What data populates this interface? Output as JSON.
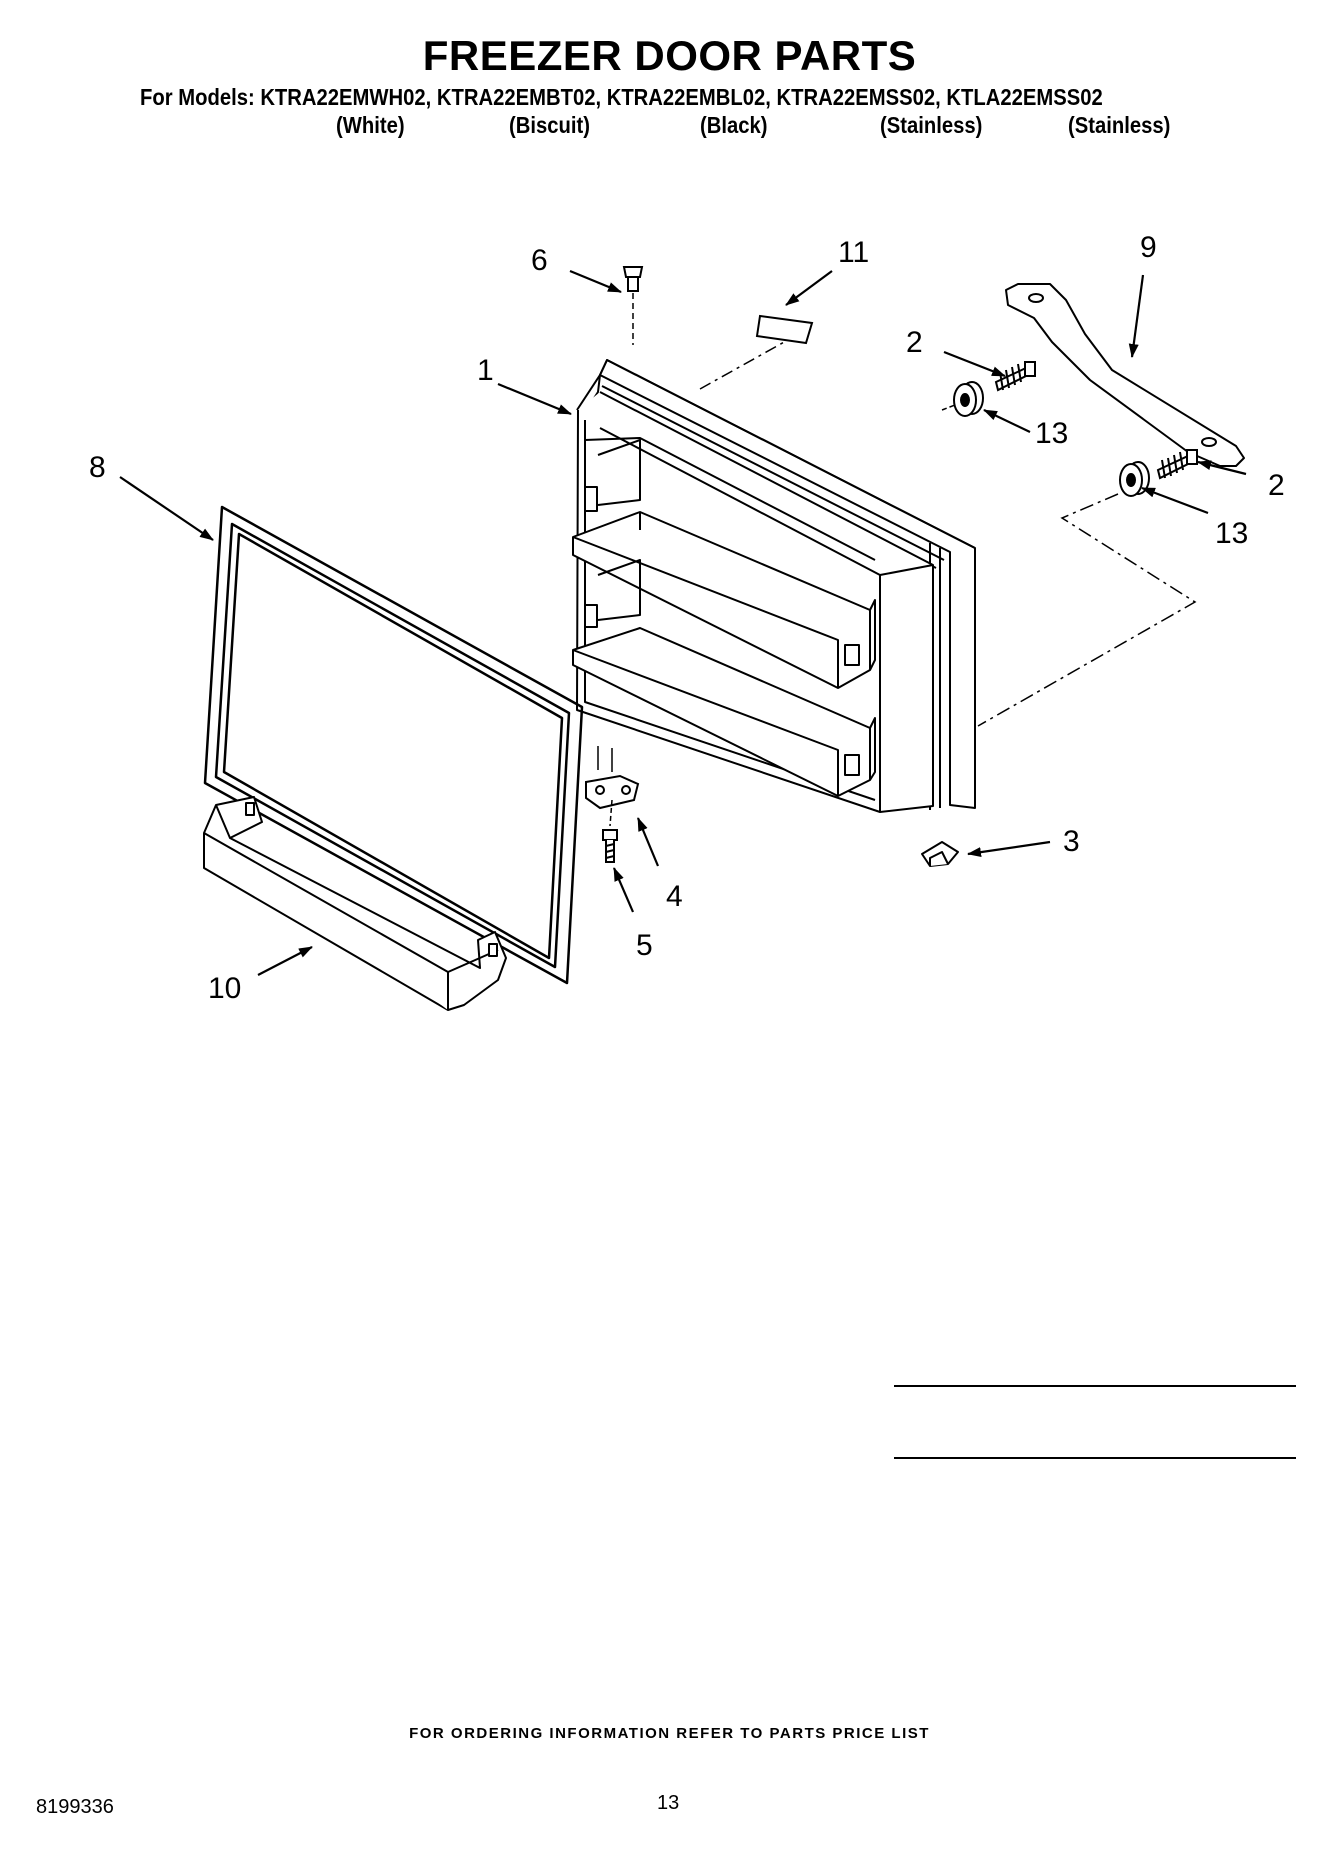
{
  "header": {
    "title": "FREEZER DOOR PARTS",
    "models_line": "For Models: KTRA22EMWH02, KTRA22EMBT02, KTRA22EMBL02, KTRA22EMSS02, KTLA22EMSS02",
    "variants": [
      "(White)",
      "(Biscuit)",
      "(Black)",
      "(Stainless)",
      "(Stainless)"
    ]
  },
  "callouts": {
    "c1": "1",
    "c2a": "2",
    "c2b": "2",
    "c3": "3",
    "c4": "4",
    "c5": "5",
    "c6": "6",
    "c8": "8",
    "c9": "9",
    "c10": "10",
    "c11": "11",
    "c13a": "13",
    "c13b": "13"
  },
  "footer": {
    "ordering_note": "FOR ORDERING INFORMATION REFER TO PARTS PRICE LIST",
    "document_number": "8199336",
    "page_number": "13"
  }
}
